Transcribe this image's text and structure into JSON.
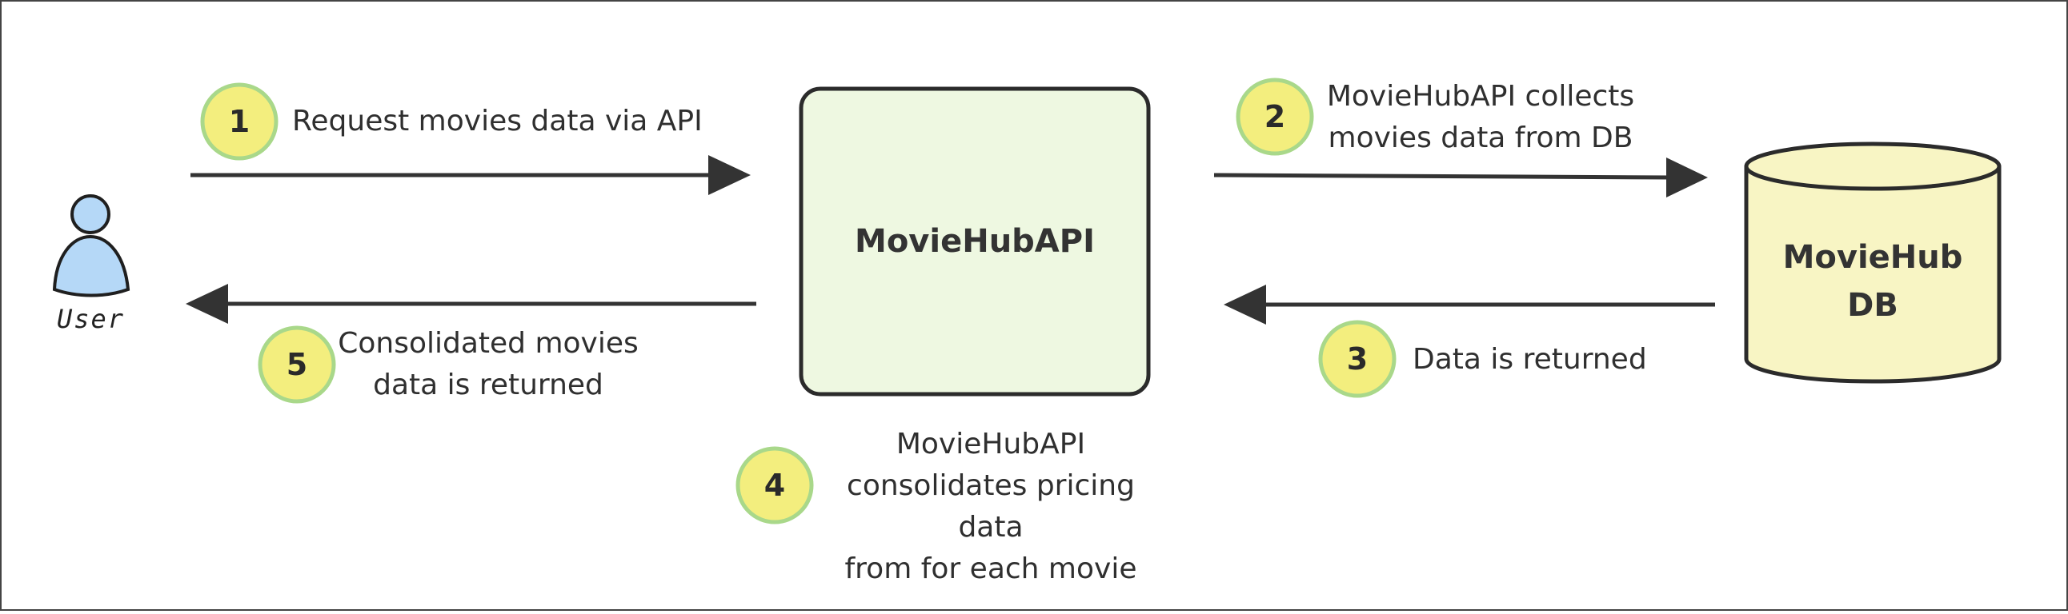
{
  "actor": {
    "label": "User",
    "icon": "user-icon"
  },
  "api_node": {
    "label": "MovieHubAPI"
  },
  "db_node": {
    "label": "MovieHub\nDB"
  },
  "steps": [
    {
      "number": "1",
      "text": "Request movies data via API"
    },
    {
      "number": "2",
      "text": "MovieHubAPI collects\nmovies data from DB"
    },
    {
      "number": "3",
      "text": "Data is returned"
    },
    {
      "number": "4",
      "text": "MovieHubAPI\nconsolidates pricing data\nfrom for each movie"
    },
    {
      "number": "5",
      "text": "Consolidated movies\ndata is returned"
    }
  ],
  "colors": {
    "badge_fill": "#f3ee7e",
    "badge_stroke": "#a9d88a",
    "api_fill": "#eef8e1",
    "db_fill": "#f8f5c4",
    "user_fill": "#b5d8f7",
    "arrow": "#333333",
    "border": "#2b2b2b"
  }
}
